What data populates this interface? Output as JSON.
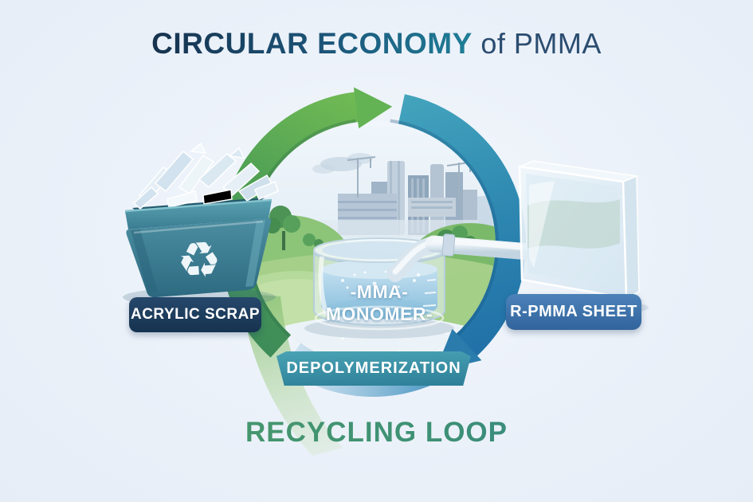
{
  "title": {
    "main": "CIRCULAR ECONOMY",
    "suffix": " of PMMA"
  },
  "caption": "RECYCLING LOOP",
  "cycle": {
    "direction": "clockwise",
    "stages": [
      {
        "id": "acrylic-scrap",
        "label": "ACRYLIC SCRAP",
        "position": "left",
        "illustration": "recycling-bin-with-acrylic-shards"
      },
      {
        "id": "depolymerization",
        "label": "DEPOLYMERIZATION",
        "position": "bottom",
        "illustration": "mma-monomer-vessel-with-pipe"
      },
      {
        "id": "r-pmma-sheet",
        "label": "R-PMMA SHEET",
        "position": "right",
        "illustration": "clear-acrylic-sheet"
      }
    ]
  },
  "vessel": {
    "line1": "-MMA-",
    "line2": "MONOMER-"
  },
  "icons": {
    "recycle": "♻"
  },
  "colors": {
    "background": "#eaf0f8",
    "title_gradient_start": "#16324e",
    "title_gradient_end": "#1f7e97",
    "loop_green": "#4c9a58",
    "loop_blue": "#2478ad",
    "badge_navy": "#1d3c5c",
    "badge_teal": "#338ba0",
    "badge_blue": "#3a6ea6",
    "caption_green": "#4d9b66"
  }
}
